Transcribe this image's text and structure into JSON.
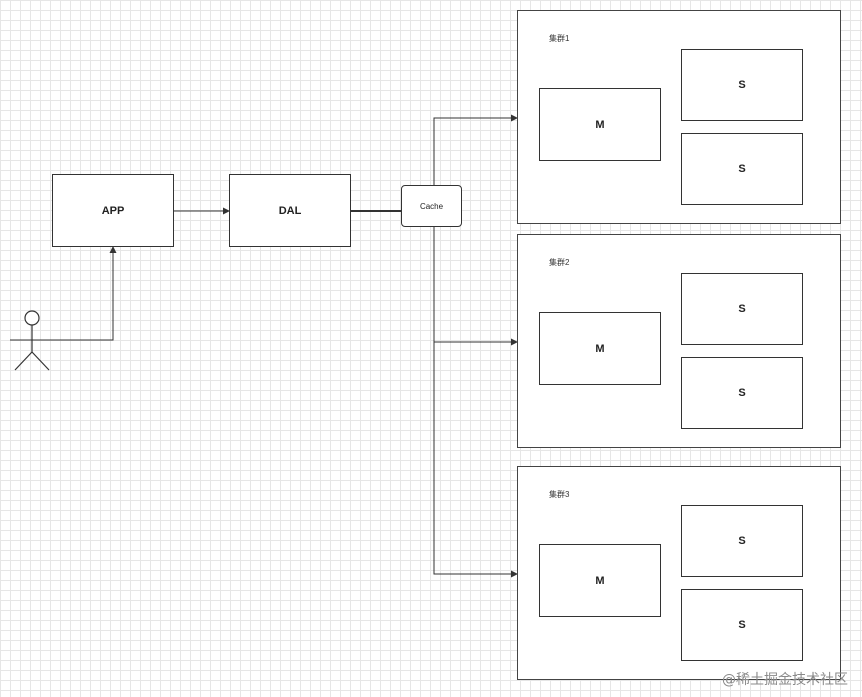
{
  "nodes": {
    "app": "APP",
    "dal": "DAL",
    "cache": "Cache"
  },
  "clusters": [
    {
      "label": "集群1",
      "master": "M",
      "slaves": [
        "S",
        "S"
      ]
    },
    {
      "label": "集群2",
      "master": "M",
      "slaves": [
        "S",
        "S"
      ]
    },
    {
      "label": "集群3",
      "master": "M",
      "slaves": [
        "S",
        "S"
      ]
    }
  ],
  "watermark": "@稀土掘金技术社区",
  "colors": {
    "grid": "#e6e6e6",
    "line": "#333333",
    "background": "#ffffff"
  },
  "icons": {
    "user": "stick-figure-actor-icon"
  }
}
